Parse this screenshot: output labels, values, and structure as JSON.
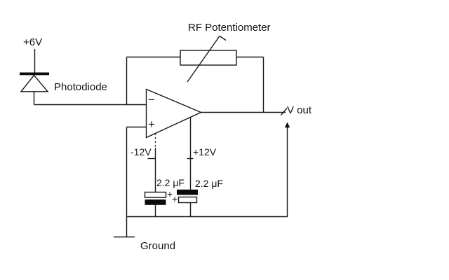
{
  "diagram": {
    "type": "circuit-schematic",
    "colors": {
      "background": "#ffffff",
      "line": "#161616",
      "text": "#121212"
    },
    "labels": {
      "photodiode_supply": "+6V",
      "photodiode": "Photodiode",
      "potentiometer": "RF Potentiometer",
      "v_out": "V out",
      "opamp_inverting_input": "−",
      "opamp_noninverting_input": "+",
      "negative_supply": "-12V",
      "positive_supply": "+12V",
      "capacitor_left_value": "2.2 μF",
      "capacitor_right_value": "2.2 μF",
      "capacitor_left_polarity": "+",
      "capacitor_right_polarity": "+",
      "ground": "Ground"
    }
  }
}
